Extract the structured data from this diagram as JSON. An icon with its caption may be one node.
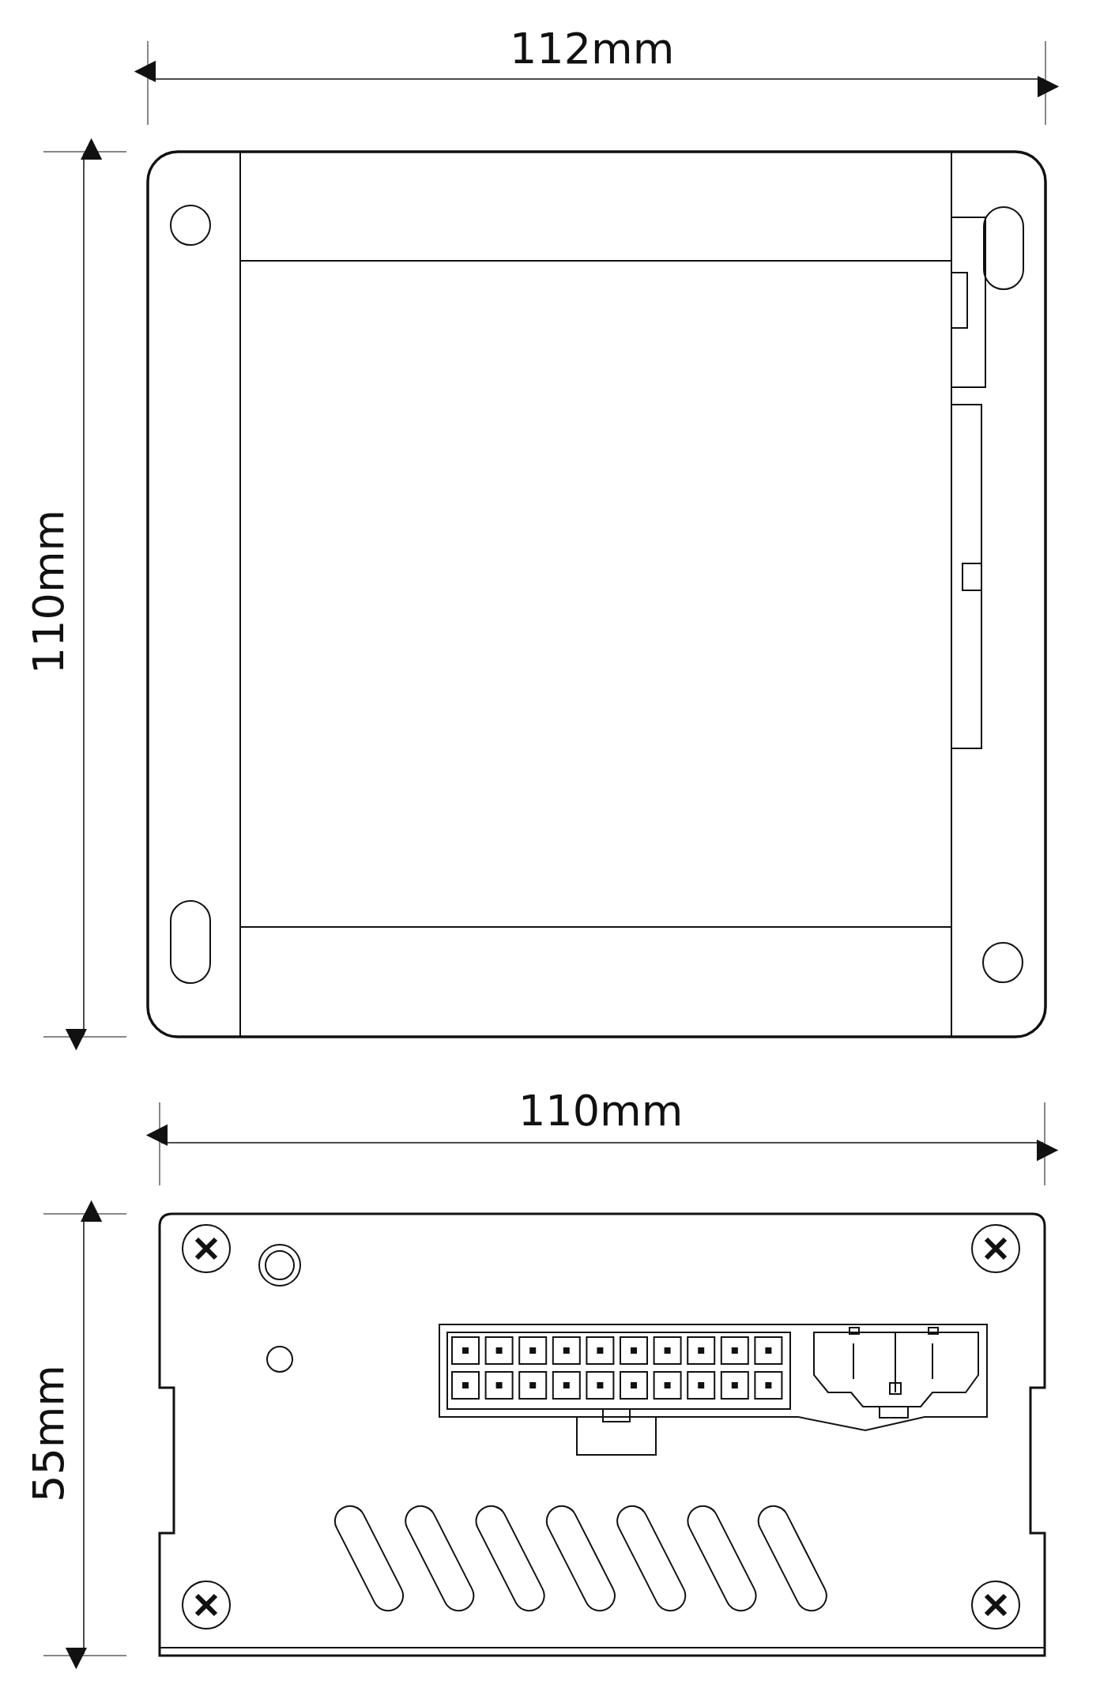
{
  "diagram": {
    "labels": [
      "112mm",
      "110mm",
      "110mm",
      "55mm"
    ]
  }
}
